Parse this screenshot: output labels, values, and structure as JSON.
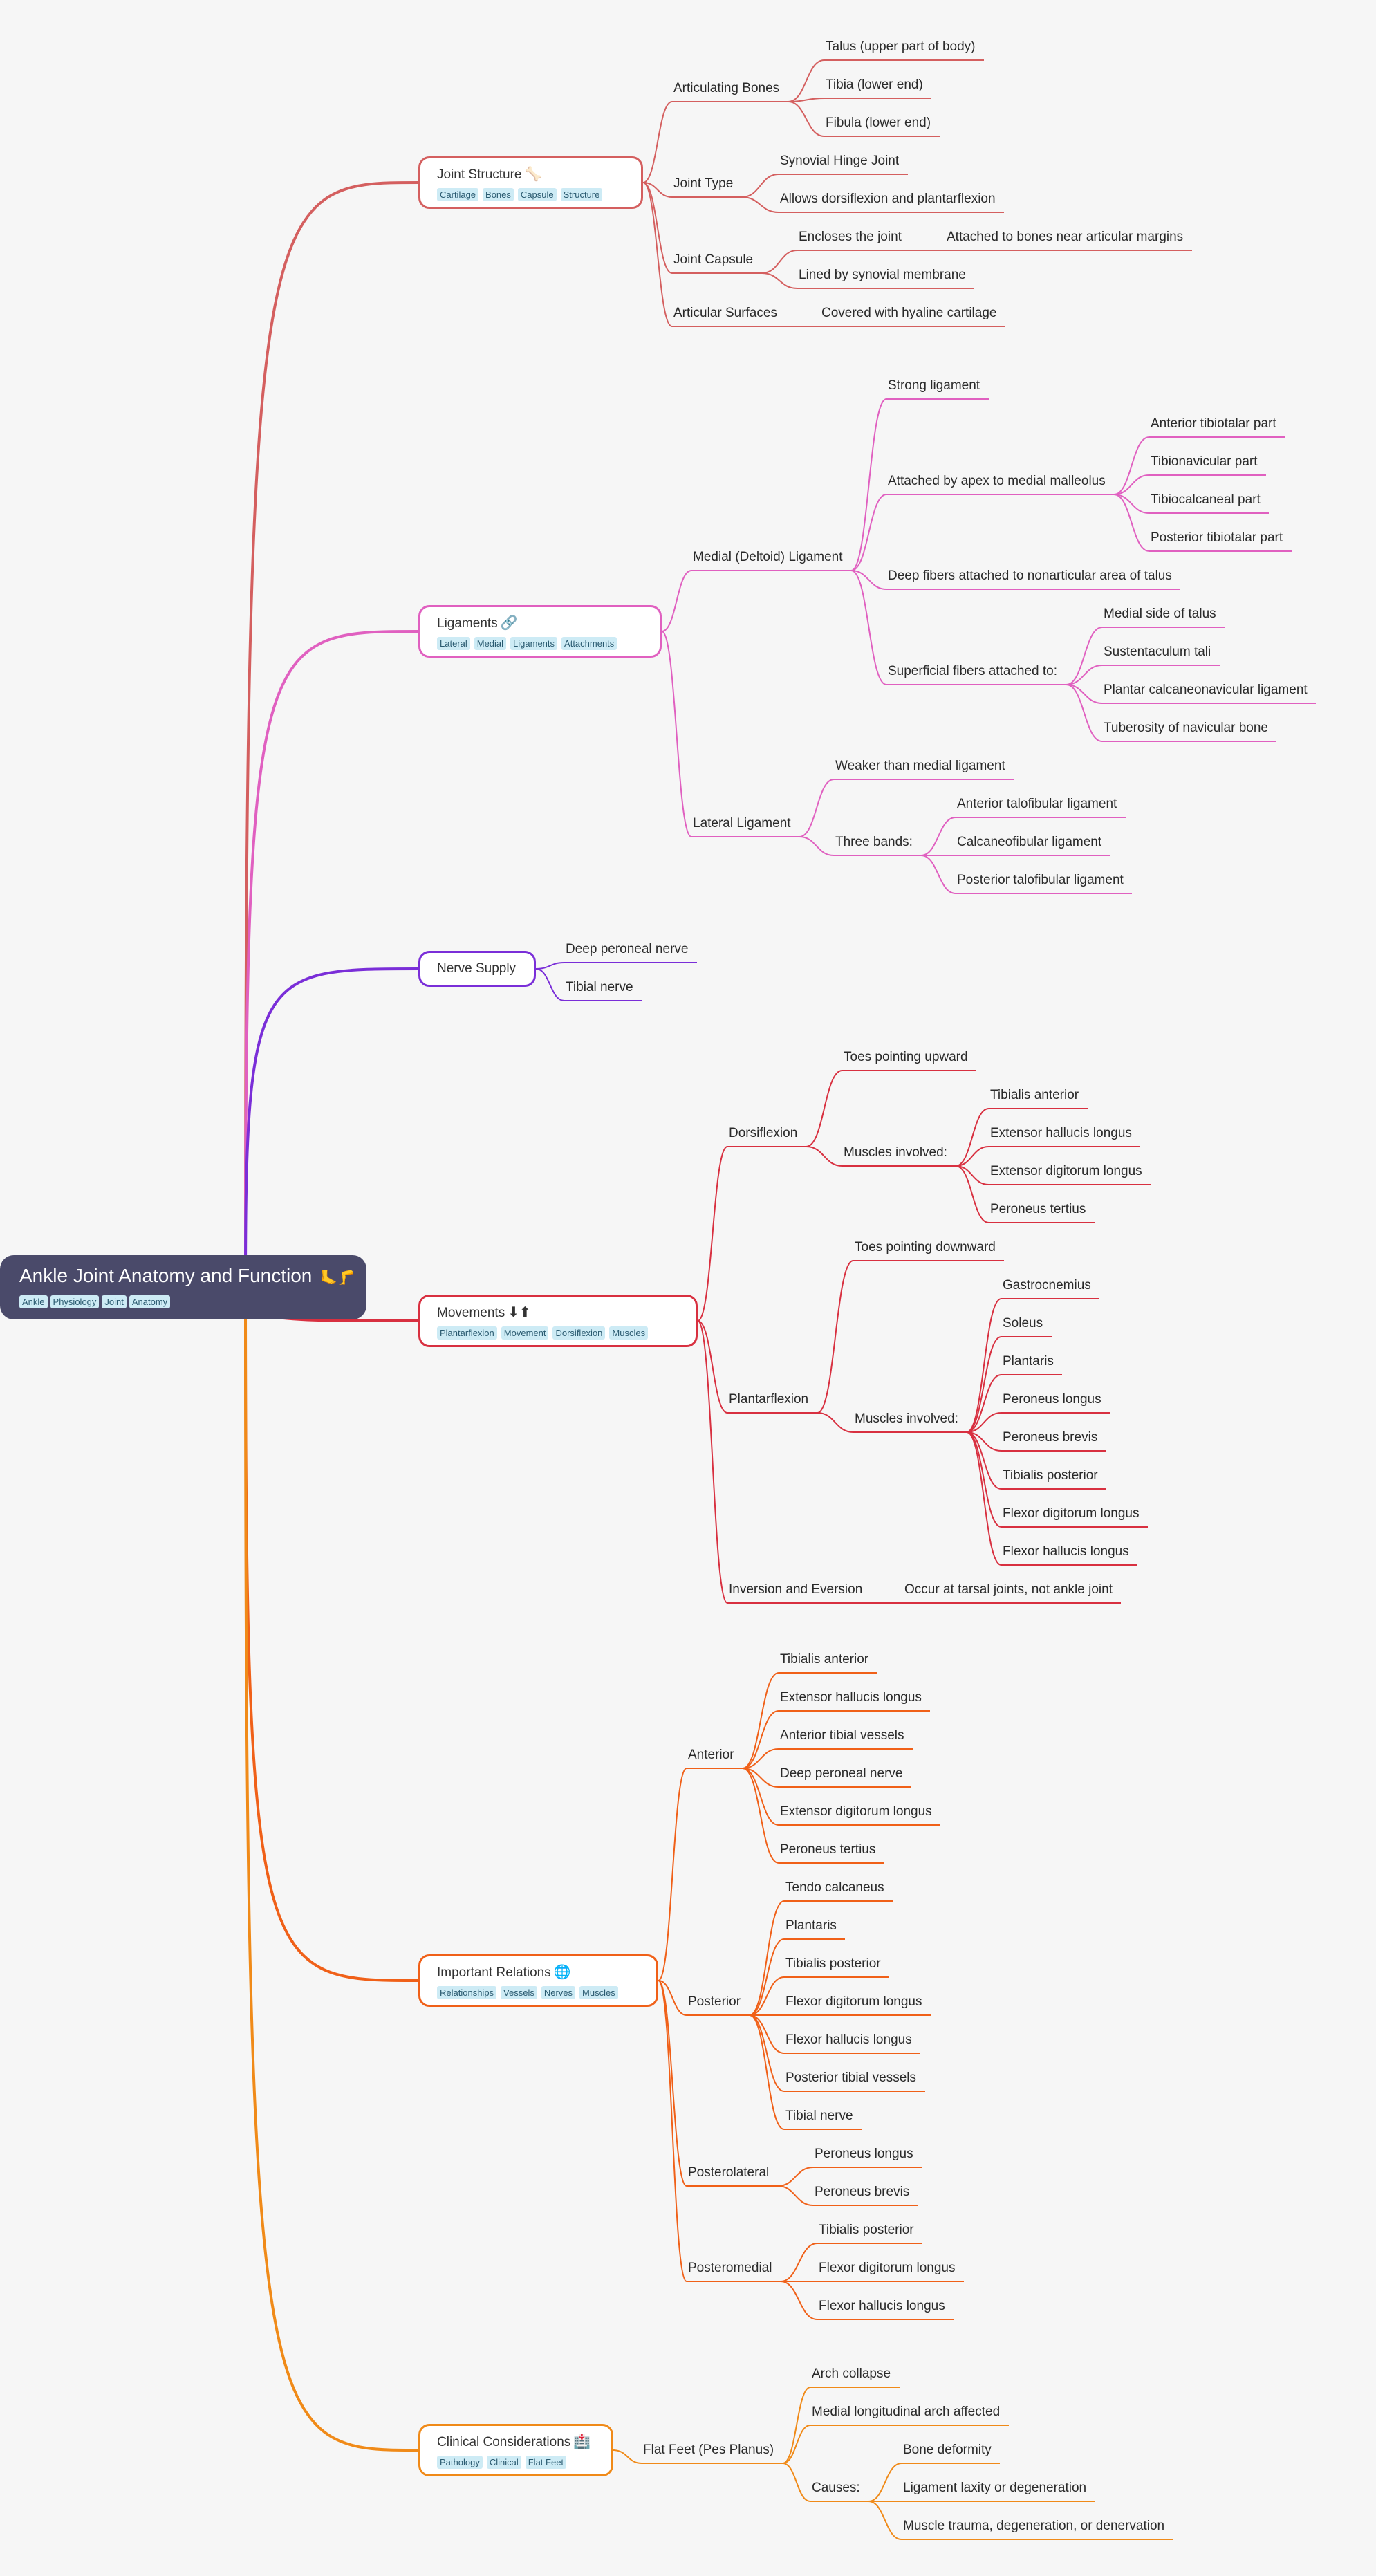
{
  "mindmap": {
    "root": {
      "title": "Ankle Joint Anatomy and Function",
      "icon": "🦶🦵",
      "tags": [
        "Ankle",
        "Physiology",
        "Joint",
        "Anatomy"
      ]
    },
    "branches": [
      {
        "id": "joint-structure",
        "title": "Joint Structure",
        "icon": "🦴",
        "color": "#d45f5f",
        "tags": [
          "Cartilage",
          "Bones",
          "Capsule",
          "Structure"
        ],
        "children": [
          {
            "label": "Articulating Bones",
            "children": [
              {
                "label": "Talus (upper part of body)"
              },
              {
                "label": "Tibia (lower end)"
              },
              {
                "label": "Fibula (lower end)"
              }
            ]
          },
          {
            "label": "Joint Type",
            "children": [
              {
                "label": "Synovial Hinge Joint"
              },
              {
                "label": "Allows dorsiflexion and plantarflexion"
              }
            ]
          },
          {
            "label": "Joint Capsule",
            "children": [
              {
                "label": "Encloses the joint",
                "children": [
                  {
                    "label": "Attached to bones near articular margins"
                  }
                ]
              },
              {
                "label": "Lined by synovial membrane"
              }
            ]
          },
          {
            "label": "Articular Surfaces",
            "children": [
              {
                "label": "Covered with hyaline cartilage"
              }
            ]
          }
        ]
      },
      {
        "id": "ligaments",
        "title": "Ligaments",
        "icon": "🔗",
        "color": "#e060c0",
        "tags": [
          "Lateral",
          "Medial",
          "Ligaments",
          "Attachments"
        ],
        "children": [
          {
            "label": "Medial (Deltoid) Ligament",
            "children": [
              {
                "label": "Strong ligament"
              },
              {
                "label": "Attached by apex to medial malleolus",
                "children": [
                  {
                    "label": "Anterior tibiotalar part"
                  },
                  {
                    "label": "Tibionavicular part"
                  },
                  {
                    "label": "Tibiocalcaneal part"
                  },
                  {
                    "label": "Posterior tibiotalar part"
                  }
                ]
              },
              {
                "label": "Deep fibers attached to nonarticular area of talus"
              },
              {
                "label": "Superficial fibers attached to:",
                "children": [
                  {
                    "label": "Medial side of talus"
                  },
                  {
                    "label": "Sustentaculum tali"
                  },
                  {
                    "label": "Plantar calcaneonavicular ligament"
                  },
                  {
                    "label": "Tuberosity of navicular bone"
                  }
                ]
              }
            ]
          },
          {
            "label": "Lateral Ligament",
            "children": [
              {
                "label": "Weaker than medial ligament"
              },
              {
                "label": "Three bands:",
                "children": [
                  {
                    "label": "Anterior talofibular ligament"
                  },
                  {
                    "label": "Calcaneofibular ligament"
                  },
                  {
                    "label": "Posterior talofibular ligament"
                  }
                ]
              }
            ]
          }
        ]
      },
      {
        "id": "nerve-supply",
        "title": "Nerve Supply",
        "icon": "",
        "color": "#7a2ed8",
        "tags": [],
        "children": [
          {
            "label": "Deep peroneal nerve"
          },
          {
            "label": "Tibial nerve"
          }
        ]
      },
      {
        "id": "movements",
        "title": "Movements",
        "icon": "⬇⬆",
        "color": "#d83040",
        "tags": [
          "Plantarflexion",
          "Movement",
          "Dorsiflexion",
          "Muscles"
        ],
        "children": [
          {
            "label": "Dorsiflexion",
            "children": [
              {
                "label": "Toes pointing upward"
              },
              {
                "label": "Muscles involved:",
                "children": [
                  {
                    "label": "Tibialis anterior"
                  },
                  {
                    "label": "Extensor hallucis longus"
                  },
                  {
                    "label": "Extensor digitorum longus"
                  },
                  {
                    "label": "Peroneus tertius"
                  }
                ]
              }
            ]
          },
          {
            "label": "Plantarflexion",
            "children": [
              {
                "label": "Toes pointing downward"
              },
              {
                "label": "Muscles involved:",
                "children": [
                  {
                    "label": "Gastrocnemius"
                  },
                  {
                    "label": "Soleus"
                  },
                  {
                    "label": "Plantaris"
                  },
                  {
                    "label": "Peroneus longus"
                  },
                  {
                    "label": "Peroneus brevis"
                  },
                  {
                    "label": "Tibialis posterior"
                  },
                  {
                    "label": "Flexor digitorum longus"
                  },
                  {
                    "label": "Flexor hallucis longus"
                  }
                ]
              }
            ]
          },
          {
            "label": "Inversion and Eversion",
            "children": [
              {
                "label": "Occur at tarsal joints, not ankle joint"
              }
            ]
          }
        ]
      },
      {
        "id": "important-relations",
        "title": "Important Relations",
        "icon": "🌐",
        "color": "#f06018",
        "tags": [
          "Relationships",
          "Vessels",
          "Nerves",
          "Muscles"
        ],
        "children": [
          {
            "label": "Anterior",
            "children": [
              {
                "label": "Tibialis anterior"
              },
              {
                "label": "Extensor hallucis longus"
              },
              {
                "label": "Anterior tibial vessels"
              },
              {
                "label": "Deep peroneal nerve"
              },
              {
                "label": "Extensor digitorum longus"
              },
              {
                "label": "Peroneus tertius"
              }
            ]
          },
          {
            "label": "Posterior",
            "children": [
              {
                "label": "Tendo calcaneus"
              },
              {
                "label": "Plantaris"
              },
              {
                "label": "Tibialis posterior"
              },
              {
                "label": "Flexor digitorum longus"
              },
              {
                "label": "Flexor hallucis longus"
              },
              {
                "label": "Posterior tibial vessels"
              },
              {
                "label": "Tibial nerve"
              }
            ]
          },
          {
            "label": "Posterolateral",
            "children": [
              {
                "label": "Peroneus longus"
              },
              {
                "label": "Peroneus brevis"
              }
            ]
          },
          {
            "label": "Posteromedial",
            "children": [
              {
                "label": "Tibialis posterior"
              },
              {
                "label": "Flexor digitorum longus"
              },
              {
                "label": "Flexor hallucis longus"
              }
            ]
          }
        ]
      },
      {
        "id": "clinical-considerations",
        "title": "Clinical Considerations",
        "icon": "🏥",
        "color": "#f08a18",
        "tags": [
          "Pathology",
          "Clinical",
          "Flat Feet"
        ],
        "children": [
          {
            "label": "Flat Feet (Pes Planus)",
            "children": [
              {
                "label": "Arch collapse"
              },
              {
                "label": "Medial longitudinal arch affected"
              },
              {
                "label": "Causes:",
                "children": [
                  {
                    "label": "Bone deformity"
                  },
                  {
                    "label": "Ligament laxity or degeneration"
                  },
                  {
                    "label": "Muscle trauma, degeneration, or denervation"
                  }
                ]
              }
            ]
          }
        ]
      }
    ]
  }
}
